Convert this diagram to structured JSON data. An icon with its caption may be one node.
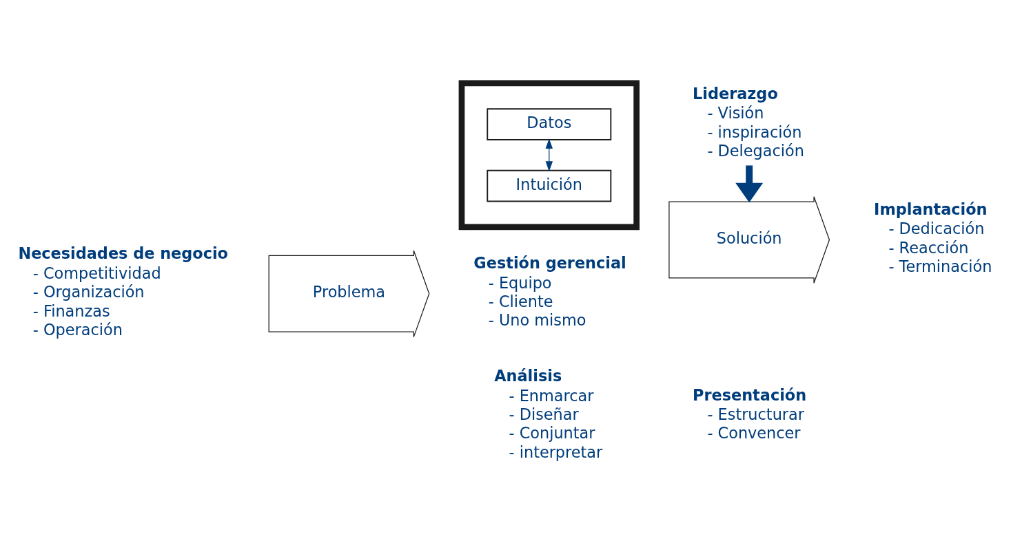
{
  "diagram": {
    "nodes": [
      {
        "text": [
          "Problema"
        ]
      },
      {
        "text": [],
        "shape": "triangle"
      },
      {
        "text": [
          "Intuición"
        ],
        "in": 1
      },
      {
        "text": [
          "Datos"
        ],
        "in": 1
      },
      {
        "text": [
          "Solución"
        ]
      },
      {
        "text": [
          "Liderazgo",
          "- Visión",
          "- inspiración",
          "- Delegación"
        ]
      }
    ],
    "edges": [
      {
        "from": 2,
        "to": 3,
        "arrow": "both"
      },
      {
        "from": 5,
        "to": 4,
        "arrow": "to",
        "style": "thick"
      }
    ],
    "labels": [
      "Gestión gerencial",
      "- Equipo",
      "- Cliente",
      "- Uno mismo",
      "Necesidades de negocio",
      "- Competitividad",
      "- Organización",
      "- Finanzas",
      "- Operación",
      "Implantación",
      "- Dedicación",
      "- Reacción",
      "- Terminación",
      "Análisis",
      "- Enmarcar",
      "- Diseñar",
      "- Conjuntar",
      "- interpretar",
      "Presentación",
      "- Estructurar",
      "- Convencer"
    ]
  }
}
